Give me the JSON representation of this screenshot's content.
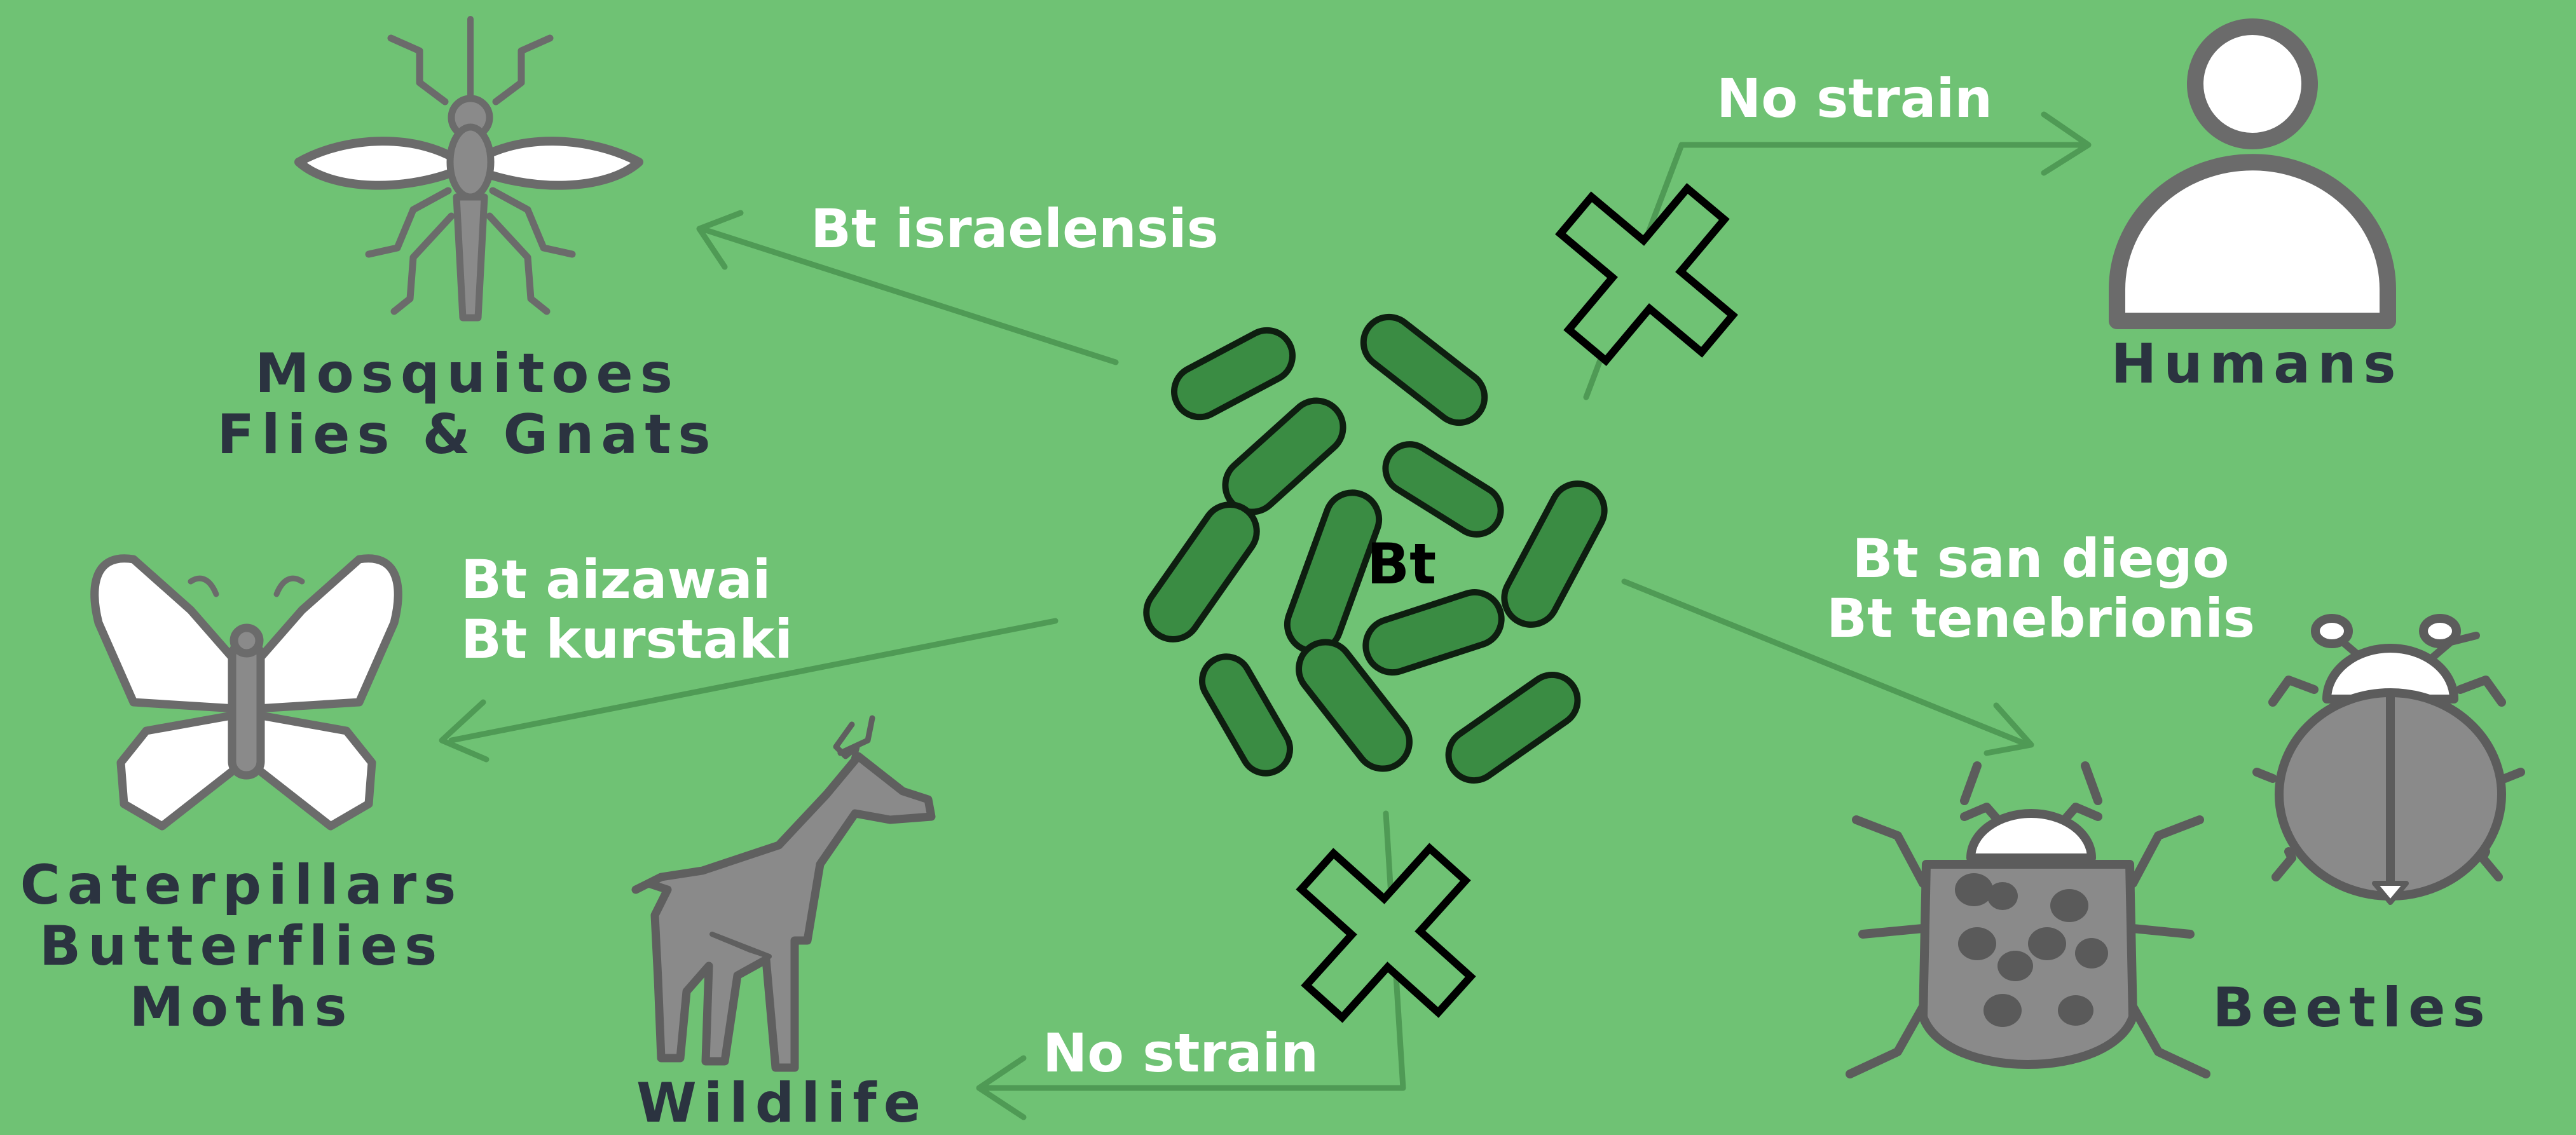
{
  "center": {
    "label": "Bt"
  },
  "targets": {
    "mosquitoes": {
      "lines": [
        "Mosquitoes",
        "Flies & Gnats"
      ]
    },
    "caterpillars": {
      "lines": [
        "Caterpillars",
        "Butterflies",
        "Moths"
      ]
    },
    "wildlife": {
      "lines": [
        "Wildlife"
      ]
    },
    "humans": {
      "lines": [
        "Humans"
      ]
    },
    "beetles": {
      "lines": [
        "Beetles"
      ]
    }
  },
  "strains": {
    "mosquitoes": [
      "Bt israelensis"
    ],
    "caterpillars": [
      "Bt aizawai",
      "Bt kurstaki"
    ],
    "beetles": [
      "Bt san diego",
      "Bt tenebrionis"
    ],
    "humans": [
      "No strain"
    ],
    "wildlife": [
      "No strain"
    ]
  },
  "colors": {
    "background": "#6fc274",
    "bacteria": "#3a8c43",
    "arrow": "#4f9a55",
    "icon_gray": "#6b6b6b",
    "icon_fill": "#8a8a8a",
    "label_dark": "#2b3340",
    "strain_text": "#ffffff"
  },
  "icons": [
    "mosquito-icon",
    "butterfly-icon",
    "deer-icon",
    "person-icon",
    "beetle-icon",
    "ladybug-icon",
    "cross-icon",
    "bacteria-icon"
  ]
}
